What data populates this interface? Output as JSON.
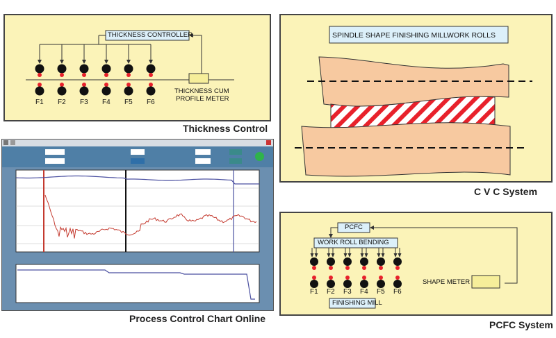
{
  "colors": {
    "panel_bg": "#fbf3b8",
    "roll_fill": "#f7c9a0",
    "stripe": "#e8212b",
    "roll_ball": "#111111",
    "roll_dot": "#e8212b",
    "box_bg": "#dcf0fa",
    "chart_bg": "#6b8fb0",
    "chart_line_red": "#c43a2f",
    "chart_line_blue": "#4a4fa0"
  },
  "thickness": {
    "controller_label": "THICKNESS CONTROLLER",
    "stands": [
      "F1",
      "F2",
      "F3",
      "F4",
      "F5",
      "F6"
    ],
    "meter_label_1": "THICKNESS CUM",
    "meter_label_2": "PROFILE METER",
    "caption": "Thickness Control"
  },
  "cvc": {
    "title": "SPINDLE SHAPE FINISHING MILLWORK ROLLS",
    "caption": "C V C System"
  },
  "process": {
    "caption": "Process Control Chart Online",
    "window_icons": [
      "app-icon",
      "print-icon",
      "close-icon"
    ]
  },
  "pcfc": {
    "pcfc_label": "PCFC",
    "bending_label": "WORK ROLL BENDING",
    "stands": [
      "F1",
      "F2",
      "F3",
      "F4",
      "F5",
      "F6"
    ],
    "mill_label": "FINISHING MILL",
    "shape_meter_label": "SHAPE METER",
    "caption": "PCFC System"
  }
}
